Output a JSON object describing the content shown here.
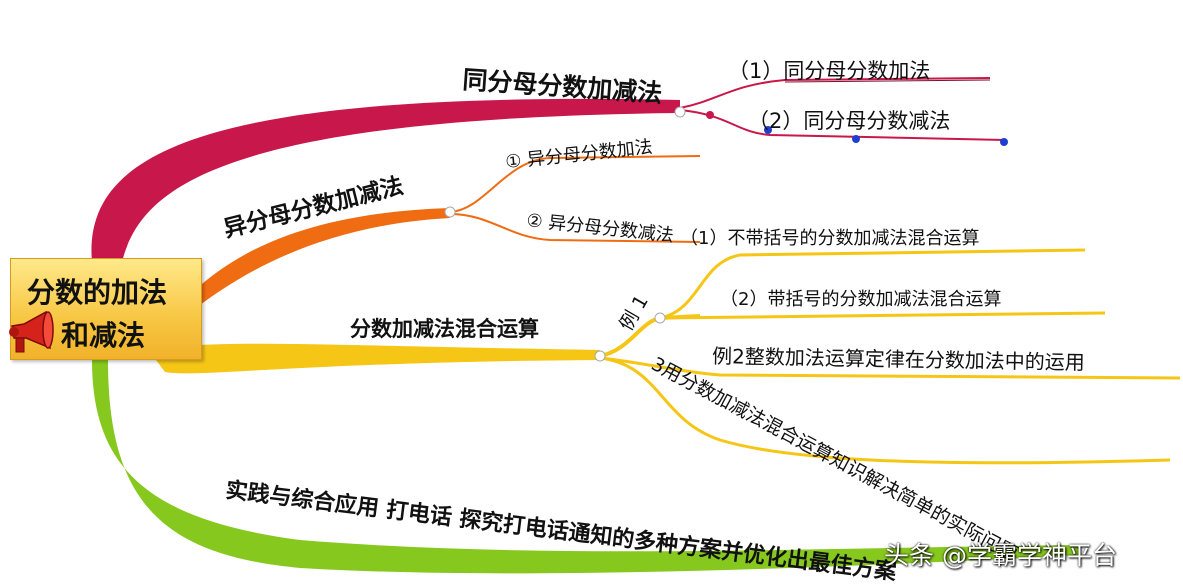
{
  "root": {
    "line1": "分数的加法",
    "line2": "和减法"
  },
  "branches": {
    "same_denominator": {
      "label": "同分母分数加减法",
      "color": "#c8174a",
      "children": [
        "（1）同分母分数加法",
        "（2）同分母分数减法"
      ]
    },
    "different_denominator": {
      "label": "异分母分数加减法",
      "color": "#f06c12",
      "children": [
        "① 异分母分数加法",
        "② 异分母分数减法"
      ]
    },
    "mixed_operations": {
      "label": "分数加减法混合运算",
      "color": "#f6c616",
      "example1": {
        "label": "例 1",
        "children": [
          "（1）不带括号的分数加减法混合运算",
          "（2）带括号的分数加减法混合运算"
        ]
      },
      "example2": "例2整数加法运算定律在分数加法中的运用",
      "example3": "3用分数加减法混合运算知识解决简单的实际问题"
    },
    "practice": {
      "label": "实践与综合应用 打电话 探究打电话通知的多种方案并优化出最佳方案",
      "color": "#86c81e"
    }
  },
  "watermark": "头条 @学霸学神平台",
  "icon": "megaphone-icon"
}
